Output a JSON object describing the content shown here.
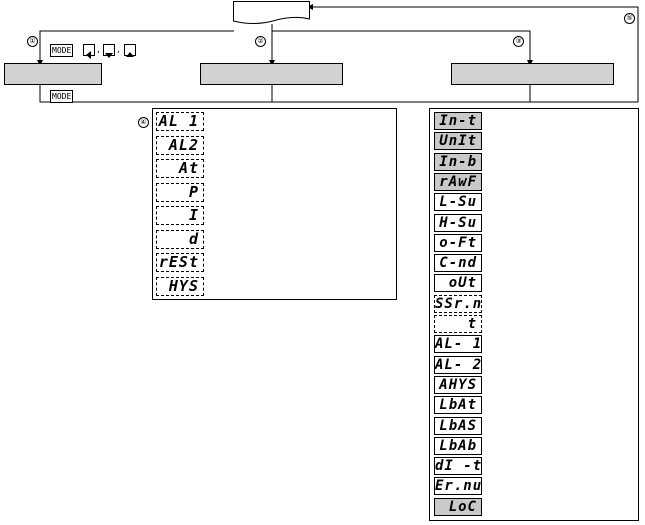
{
  "markers": {
    "m1": "①",
    "m2": "②",
    "m3": "③",
    "m4": "④",
    "m5": "⑤"
  },
  "keys": {
    "mode": "MODE",
    "mode_bottom": "MODE",
    "sep1": ",",
    "sep2": ","
  },
  "icons": {
    "left": "left-arrow-key-icon",
    "down": "down-arrow-key-icon",
    "up": "up-arrow-key-icon"
  },
  "list4": [
    "AL 1",
    "AL2",
    "At",
    "P",
    "I",
    "d",
    "rESt",
    "HYS"
  ],
  "list3": [
    "In-t",
    "UnIt",
    "In-b",
    "rAwF",
    "L-Su",
    "H-Su",
    "o-Ft",
    "C-nd",
    "oUt",
    "SSr.n",
    "t",
    "AL- 1",
    "AL- 2",
    "AHYS",
    "LbAt",
    "LbAS",
    "LbAb",
    "dI -t",
    "Er.nu",
    "LoC"
  ],
  "colors": {
    "box_fill": "#d2d2d2",
    "shade": "#c9c9c9",
    "line": "#000000"
  }
}
